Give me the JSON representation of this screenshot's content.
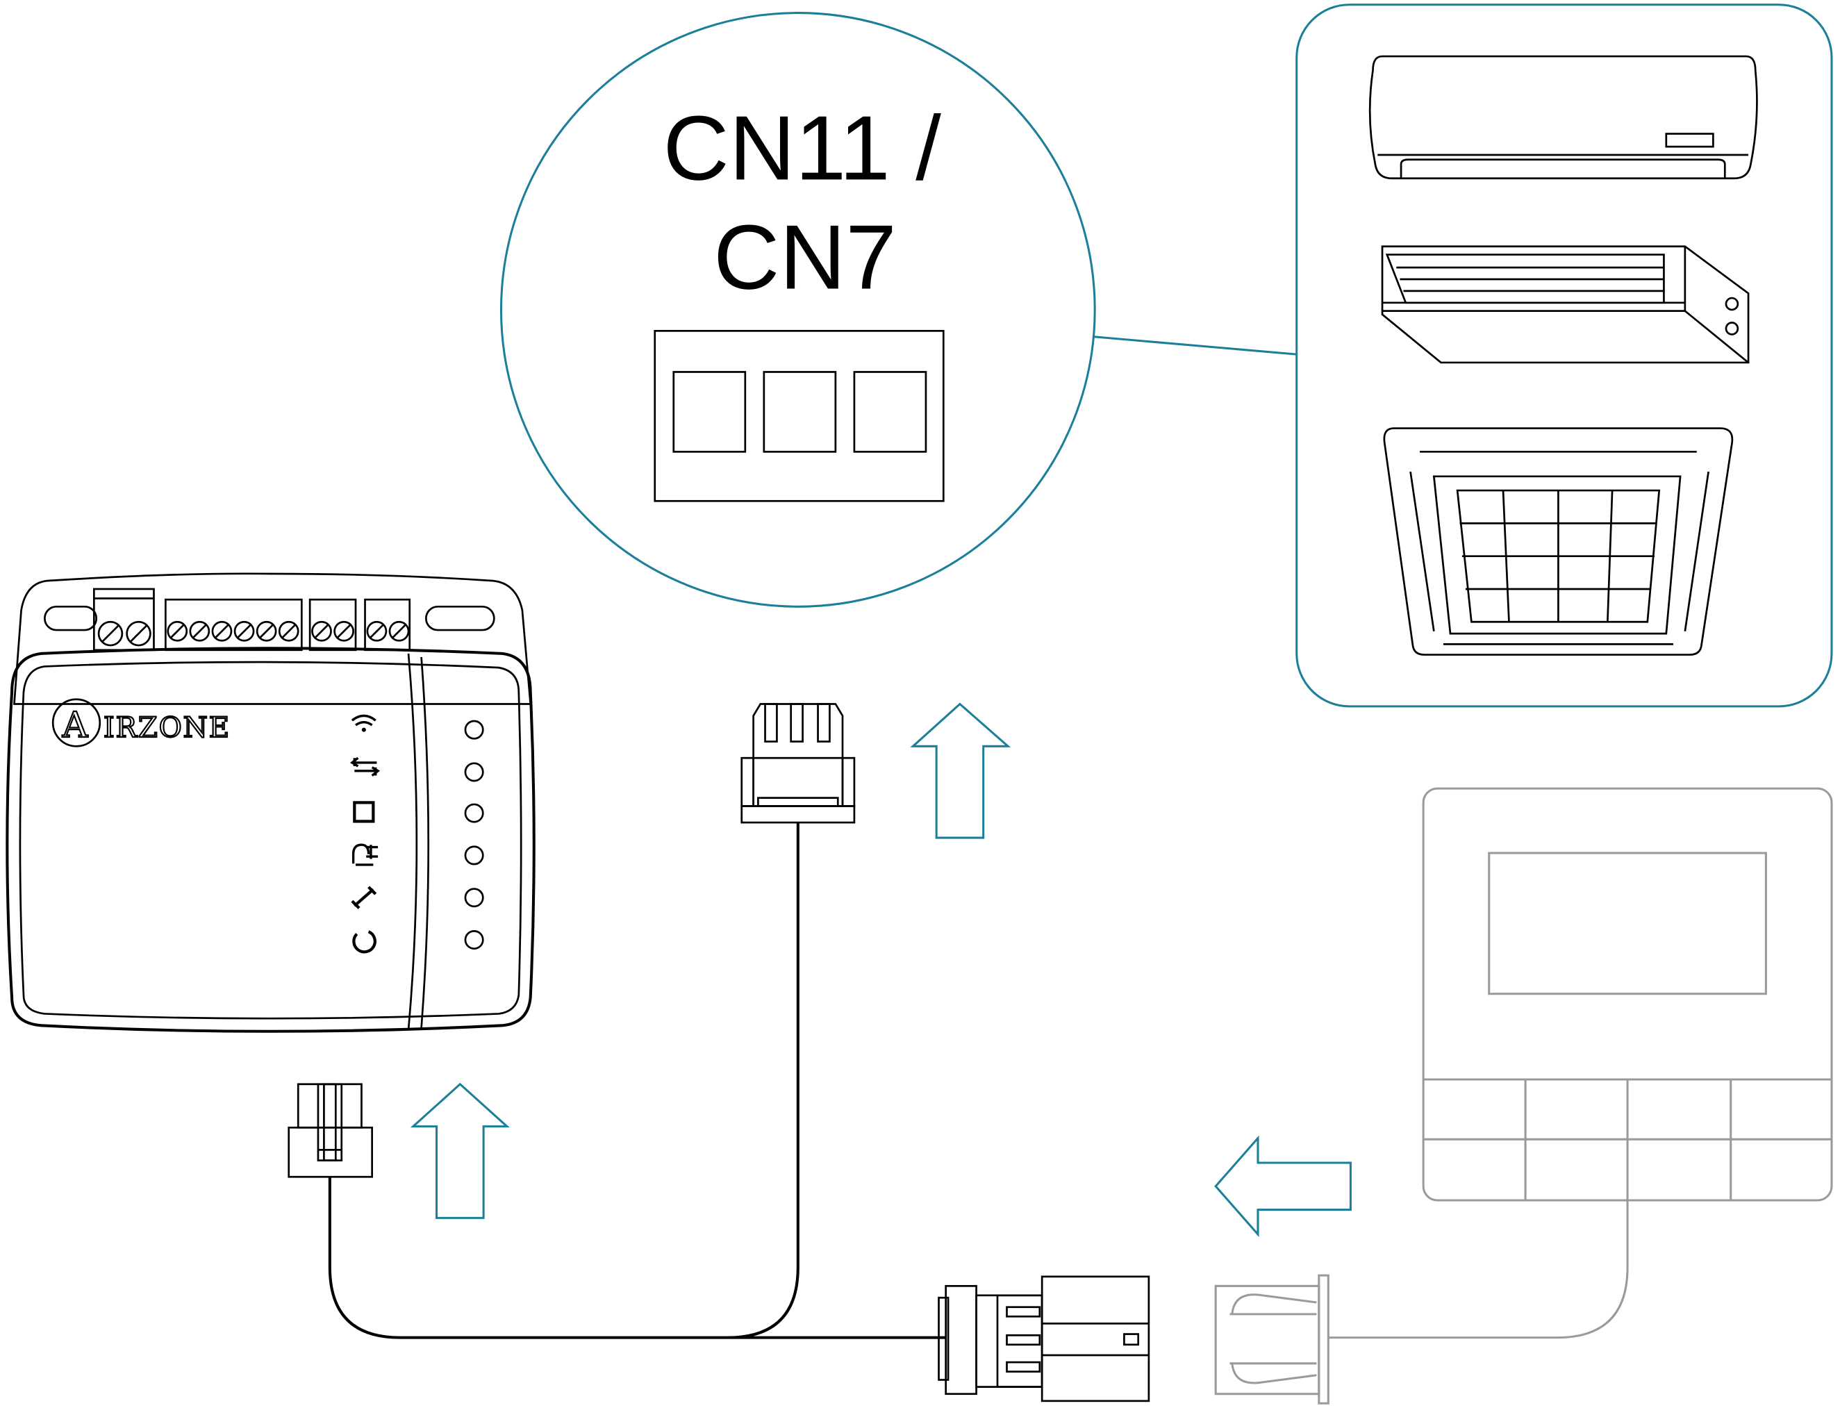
{
  "zoom_callout": {
    "line1": "CN11 /",
    "line2": "CN7"
  },
  "device": {
    "brand": "AIRZONE",
    "led_icons": [
      "wifi-icon",
      "data-transfer-icon",
      "chip-icon",
      "power-plug-icon",
      "link-icon",
      "reset-icon"
    ]
  },
  "colors": {
    "accent": "#1b7f99",
    "line": "#000000",
    "muted": "#9a9a9a"
  }
}
